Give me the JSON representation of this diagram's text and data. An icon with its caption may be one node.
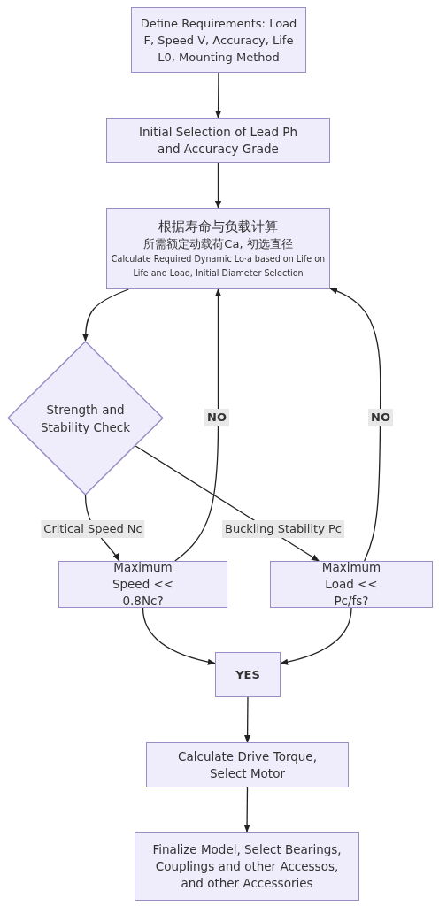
{
  "diagram": {
    "nodes": [
      {
        "text": [
          "Define Requirements: Load F, Speed V, Accuracy, Life L0, Mounting Method"
        ]
      },
      {
        "text": [
          "Initial Selection of Lead Ph and Accuracy Grade"
        ]
      },
      {
        "text": [
          "根据寿命与负载计算",
          "所需额定动载荷Ca, 初选直径",
          "Calculate Required Dynamic Lo·a based on Life on Life and Load, Initial Diameter Selection"
        ]
      },
      {
        "text": [
          "Strength and Stability Check"
        ]
      },
      {
        "text": [
          "Maximum Speed << 0.8Nc?"
        ]
      },
      {
        "text": [
          "Maximum Load << Pc/fs?"
        ]
      },
      {
        "text": [
          "YES"
        ]
      },
      {
        "text": [
          "Calculate Drive Torque, Select Motor"
        ]
      },
      {
        "text": [
          "Finalize Model, Select Bearings, Couplings and other Accessos, and other Accessories"
        ]
      }
    ],
    "edges": [
      {
        "from": 0,
        "to": 1,
        "arrow": "to"
      },
      {
        "from": 1,
        "to": 2,
        "arrow": "to"
      },
      {
        "from": 2,
        "to": 3,
        "arrow": "to"
      },
      {
        "from": 3,
        "to": 4,
        "arrow": "to",
        "label": "Critical Speed Nc"
      },
      {
        "from": 3,
        "to": 5,
        "arrow": "to",
        "label": "Buckling Stability Pc"
      },
      {
        "from": 4,
        "to": 2,
        "arrow": "to",
        "label": "NO"
      },
      {
        "from": 5,
        "to": 2,
        "arrow": "to",
        "label": "NO"
      },
      {
        "from": 4,
        "to": 6,
        "arrow": "to"
      },
      {
        "from": 5,
        "to": 6,
        "arrow": "to"
      },
      {
        "from": 6,
        "to": 7,
        "arrow": "to"
      },
      {
        "from": 7,
        "to": 8,
        "arrow": "to"
      }
    ]
  }
}
